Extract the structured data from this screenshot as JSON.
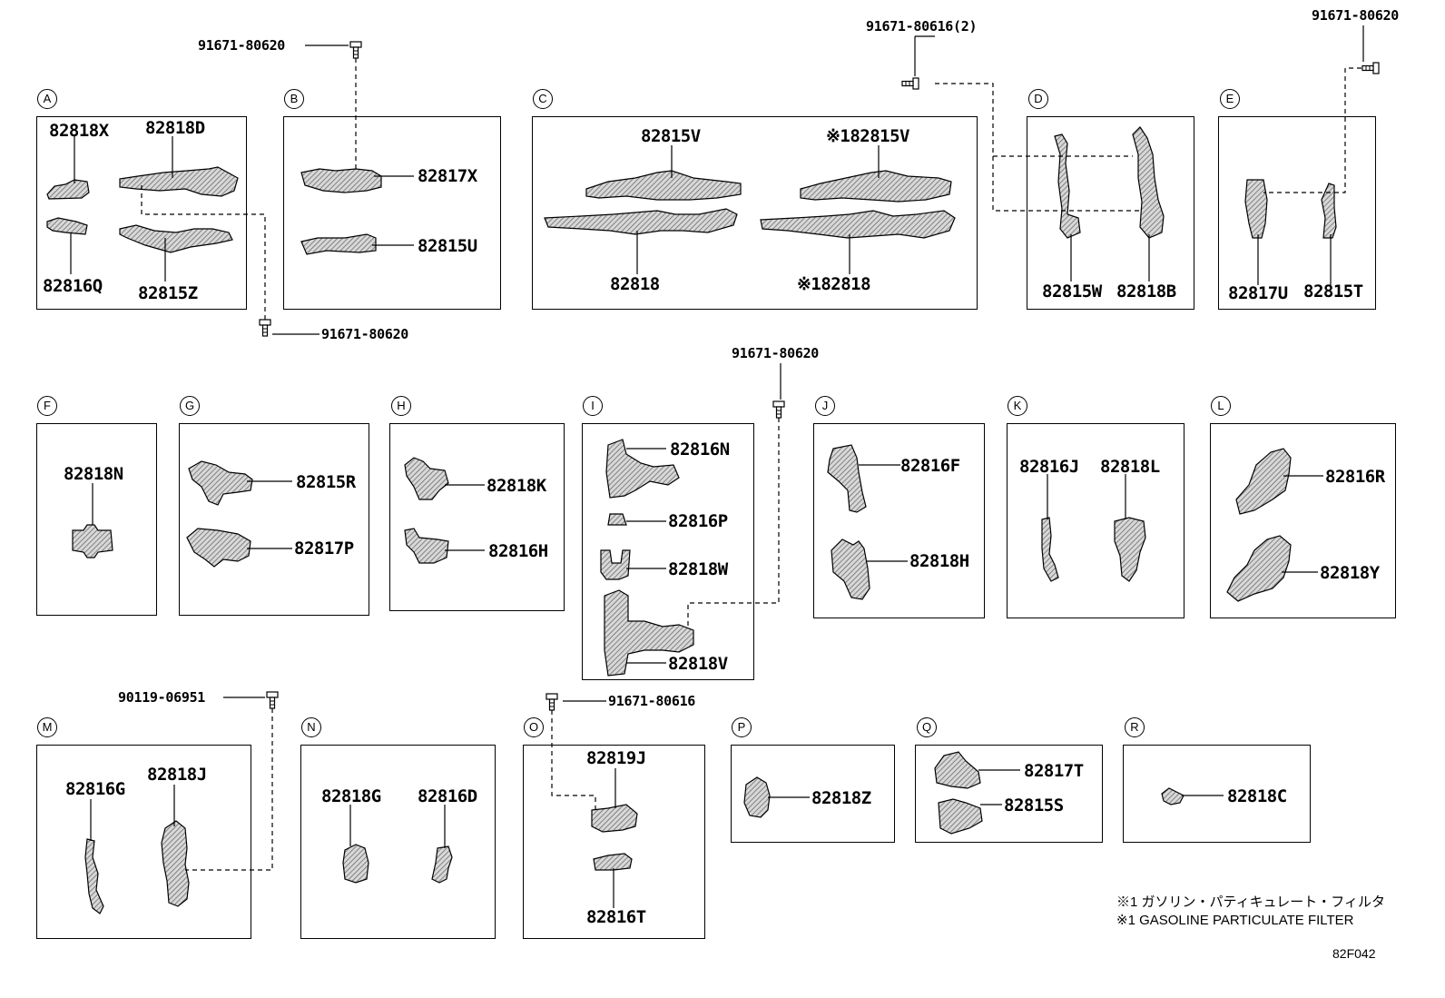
{
  "sections": {
    "A": {
      "badge": "A",
      "parts": [
        "82818X",
        "82818D",
        "82816Q",
        "82815Z"
      ]
    },
    "B": {
      "badge": "B",
      "parts": [
        "82817X",
        "82815U"
      ]
    },
    "C": {
      "badge": "C",
      "parts": [
        "82815V",
        "※182815V",
        "82818",
        "※182818"
      ]
    },
    "D": {
      "badge": "D",
      "parts": [
        "82815W",
        "82818B"
      ]
    },
    "E": {
      "badge": "E",
      "parts": [
        "82817U",
        "82815T"
      ]
    },
    "F": {
      "badge": "F",
      "parts": [
        "82818N"
      ]
    },
    "G": {
      "badge": "G",
      "parts": [
        "82815R",
        "82817P"
      ]
    },
    "H": {
      "badge": "H",
      "parts": [
        "82818K",
        "82816H"
      ]
    },
    "I": {
      "badge": "I",
      "parts": [
        "82816N",
        "82816P",
        "82818W",
        "82818V"
      ]
    },
    "J": {
      "badge": "J",
      "parts": [
        "82816F",
        "82818H"
      ]
    },
    "K": {
      "badge": "K",
      "parts": [
        "82816J",
        "82818L"
      ]
    },
    "L": {
      "badge": "L",
      "parts": [
        "82816R",
        "82818Y"
      ]
    },
    "M": {
      "badge": "M",
      "parts": [
        "82816G",
        "82818J"
      ]
    },
    "N": {
      "badge": "N",
      "parts": [
        "82818G",
        "82816D"
      ]
    },
    "O": {
      "badge": "O",
      "parts": [
        "82819J",
        "82816T"
      ]
    },
    "P": {
      "badge": "P",
      "parts": [
        "82818Z"
      ]
    },
    "Q": {
      "badge": "Q",
      "parts": [
        "82817T",
        "82815S"
      ]
    },
    "R": {
      "badge": "R",
      "parts": [
        "82818C"
      ]
    }
  },
  "fasteners": {
    "bolt_b_top": "91671-80620",
    "bolt_a_bottom": "91671-80620",
    "bolt_d": "91671-80616(2)",
    "bolt_e": "91671-80620",
    "bolt_i": "91671-80620",
    "bolt_m": "90119-06951",
    "bolt_o": "91671-80616"
  },
  "notes": {
    "note_jp": "※1 ガソリン・パティキュレート・フィルタ",
    "note_en": "※1 GASOLINE PARTICULATE FILTER"
  },
  "diagram_code": "82F042"
}
